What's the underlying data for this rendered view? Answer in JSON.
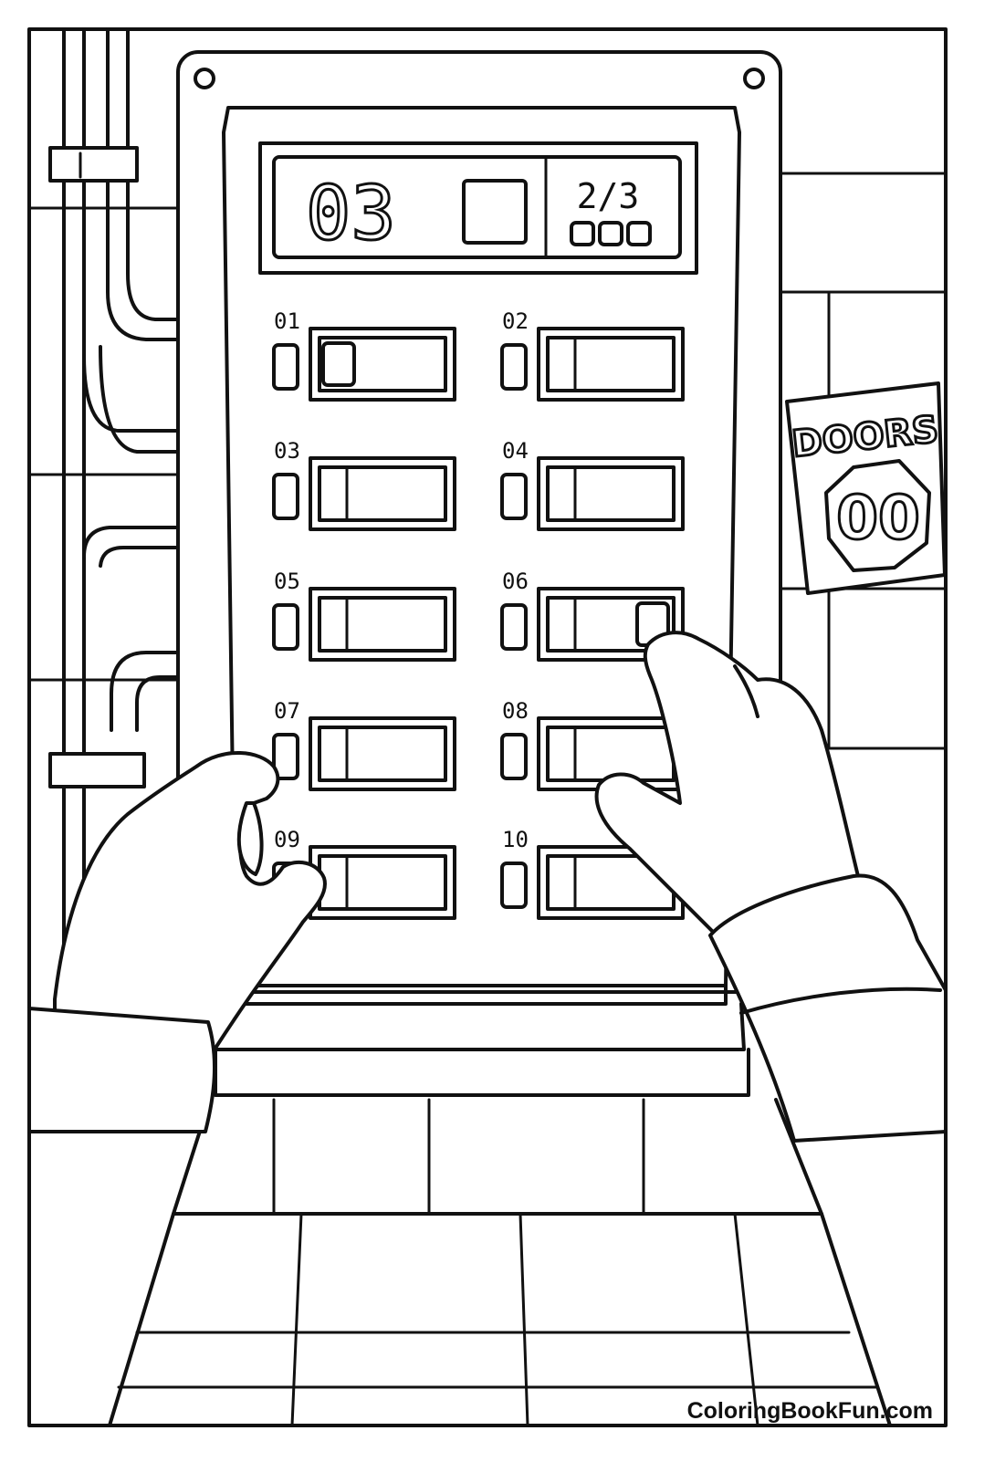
{
  "display": {
    "counter": "03",
    "fraction": "2/3"
  },
  "switches": [
    {
      "label": "01",
      "state": "left"
    },
    {
      "label": "02",
      "state": "left"
    },
    {
      "label": "03",
      "state": "left"
    },
    {
      "label": "04",
      "state": "left"
    },
    {
      "label": "05",
      "state": "left"
    },
    {
      "label": "06",
      "state": "right"
    },
    {
      "label": "07",
      "state": "left"
    },
    {
      "label": "08",
      "state": "left"
    },
    {
      "label": "09",
      "state": "left"
    },
    {
      "label": "10",
      "state": "left"
    }
  ],
  "poster": {
    "title": "DOORS",
    "number": "00"
  },
  "watermark": "ColoringBookFun.com",
  "colors": {
    "ink": "#111111",
    "paper": "#ffffff"
  }
}
